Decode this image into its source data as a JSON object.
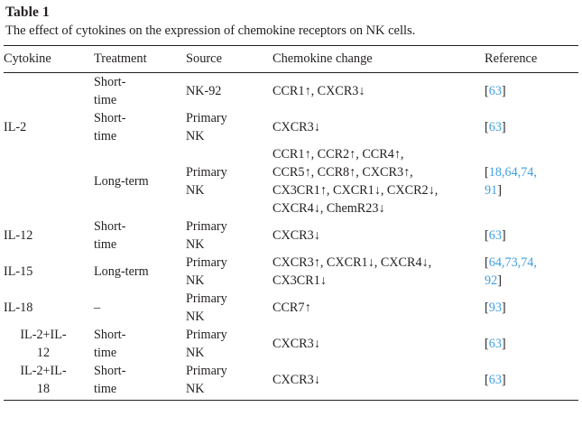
{
  "table": {
    "number": "Table 1",
    "caption": "The effect of cytokines on the expression of chemokine receptors on NK cells.",
    "link_color": "#3d9fe0",
    "text_color": "#231f20",
    "columns": [
      {
        "key": "cytokine",
        "label": "Cytokine"
      },
      {
        "key": "treatment",
        "label": "Treatment"
      },
      {
        "key": "source",
        "label": "Source"
      },
      {
        "key": "change",
        "label": "Chemokine change"
      },
      {
        "key": "reference",
        "label": "Reference"
      }
    ],
    "rows": [
      {
        "cytokine": "",
        "treatment": [
          "Short-",
          "time"
        ],
        "source": [
          "NK-92"
        ],
        "change": [
          "CCR1↑, CXCR3↓"
        ],
        "reference": [
          {
            "open": "[",
            "nums": "63",
            "close": "]"
          }
        ]
      },
      {
        "cytokine": "IL-2",
        "treatment": [
          "Short-",
          "time"
        ],
        "source": [
          "Primary",
          "NK"
        ],
        "change": [
          "CXCR3↓"
        ],
        "reference": [
          {
            "open": "[",
            "nums": "63",
            "close": "]"
          }
        ]
      },
      {
        "cytokine": "",
        "treatment": [
          "Long-term"
        ],
        "source": [
          "Primary",
          "NK"
        ],
        "change": [
          "CCR1↑, CCR2↑, CCR4↑,",
          "CCR5↑, CCR8↑, CXCR3↑,",
          "CX3CR1↑, CXCR1↓, CXCR2↓,",
          "CXCR4↓, ChemR23↓"
        ],
        "reference": [
          {
            "open": "[",
            "nums": "18,64,74,",
            "close": ""
          },
          {
            "open": "",
            "nums": "91",
            "close": "]"
          }
        ]
      },
      {
        "cytokine": "IL-12",
        "treatment": [
          "Short-",
          "time"
        ],
        "source": [
          "Primary",
          "NK"
        ],
        "change": [
          "CXCR3↓"
        ],
        "reference": [
          {
            "open": "[",
            "nums": "63",
            "close": "]"
          }
        ]
      },
      {
        "cytokine": "IL-15",
        "treatment": [
          "Long-term"
        ],
        "source": [
          "Primary",
          "NK"
        ],
        "change": [
          "CXCR3↑, CXCR1↓, CXCR4↓,",
          "CX3CR1↓"
        ],
        "reference": [
          {
            "open": "[",
            "nums": "64,73,74,",
            "close": ""
          },
          {
            "open": "",
            "nums": "92",
            "close": "]"
          }
        ]
      },
      {
        "cytokine": "IL-18",
        "treatment": [
          "–"
        ],
        "source": [
          "Primary",
          "NK"
        ],
        "change": [
          "CCR7↑"
        ],
        "reference": [
          {
            "open": "[",
            "nums": "93",
            "close": "]"
          }
        ]
      },
      {
        "cytokine": "IL-2+IL-\n12",
        "treatment": [
          "Short-",
          "time"
        ],
        "source": [
          "Primary",
          "NK"
        ],
        "change": [
          "CXCR3↓"
        ],
        "reference": [
          {
            "open": "[",
            "nums": "63",
            "close": "]"
          }
        ]
      },
      {
        "cytokine": "IL-2+IL-\n18",
        "treatment": [
          "Short-",
          "time"
        ],
        "source": [
          "Primary",
          "NK"
        ],
        "change": [
          "CXCR3↓"
        ],
        "reference": [
          {
            "open": "[",
            "nums": "63",
            "close": "]"
          }
        ]
      }
    ]
  }
}
